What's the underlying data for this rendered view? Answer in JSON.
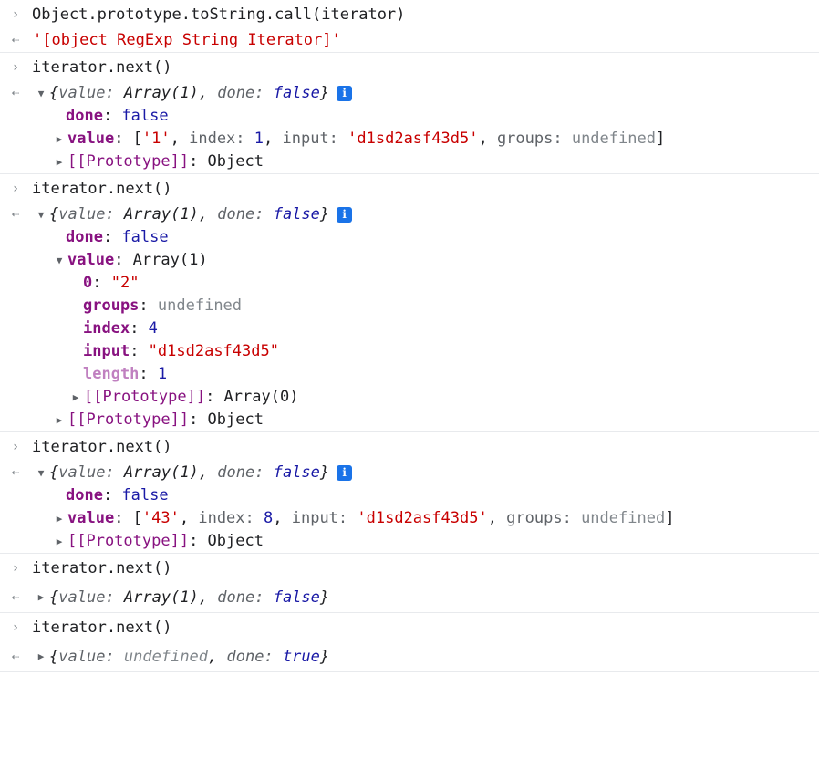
{
  "icons": {
    "prompt": "›",
    "result": "⇠",
    "expanded": "▼",
    "collapsed": "▶",
    "info": "i"
  },
  "blocks": [
    {
      "command": "Object.prototype.toString.call(iterator)",
      "result": "'[object RegExp String Iterator]'"
    },
    {
      "command": "iterator.next()",
      "summary": {
        "value": "Array(1)",
        "done": "false"
      },
      "done_value": "false",
      "value_preview": {
        "item": "'1'",
        "index": "1",
        "input": "'d1sd2asf43d5'",
        "groups": "undefined"
      },
      "proto": "Object"
    },
    {
      "command": "iterator.next()",
      "summary": {
        "value": "Array(1)",
        "done": "false"
      },
      "done_value": "false",
      "value_type": "Array(1)",
      "array": {
        "item0_key": "0",
        "item0": "\"2\"",
        "groups": "undefined",
        "index": "4",
        "input": "\"d1sd2asf43d5\"",
        "length": "1",
        "proto": "Array(0)"
      },
      "proto": "Object"
    },
    {
      "command": "iterator.next()",
      "summary": {
        "value": "Array(1)",
        "done": "false"
      },
      "done_value": "false",
      "value_preview": {
        "item": "'43'",
        "index": "8",
        "input": "'d1sd2asf43d5'",
        "groups": "undefined"
      },
      "proto": "Object"
    },
    {
      "command": "iterator.next()",
      "summary": {
        "value": "Array(1)",
        "done": "false"
      }
    },
    {
      "command": "iterator.next()",
      "summary": {
        "value": "undefined",
        "done": "true"
      }
    }
  ]
}
